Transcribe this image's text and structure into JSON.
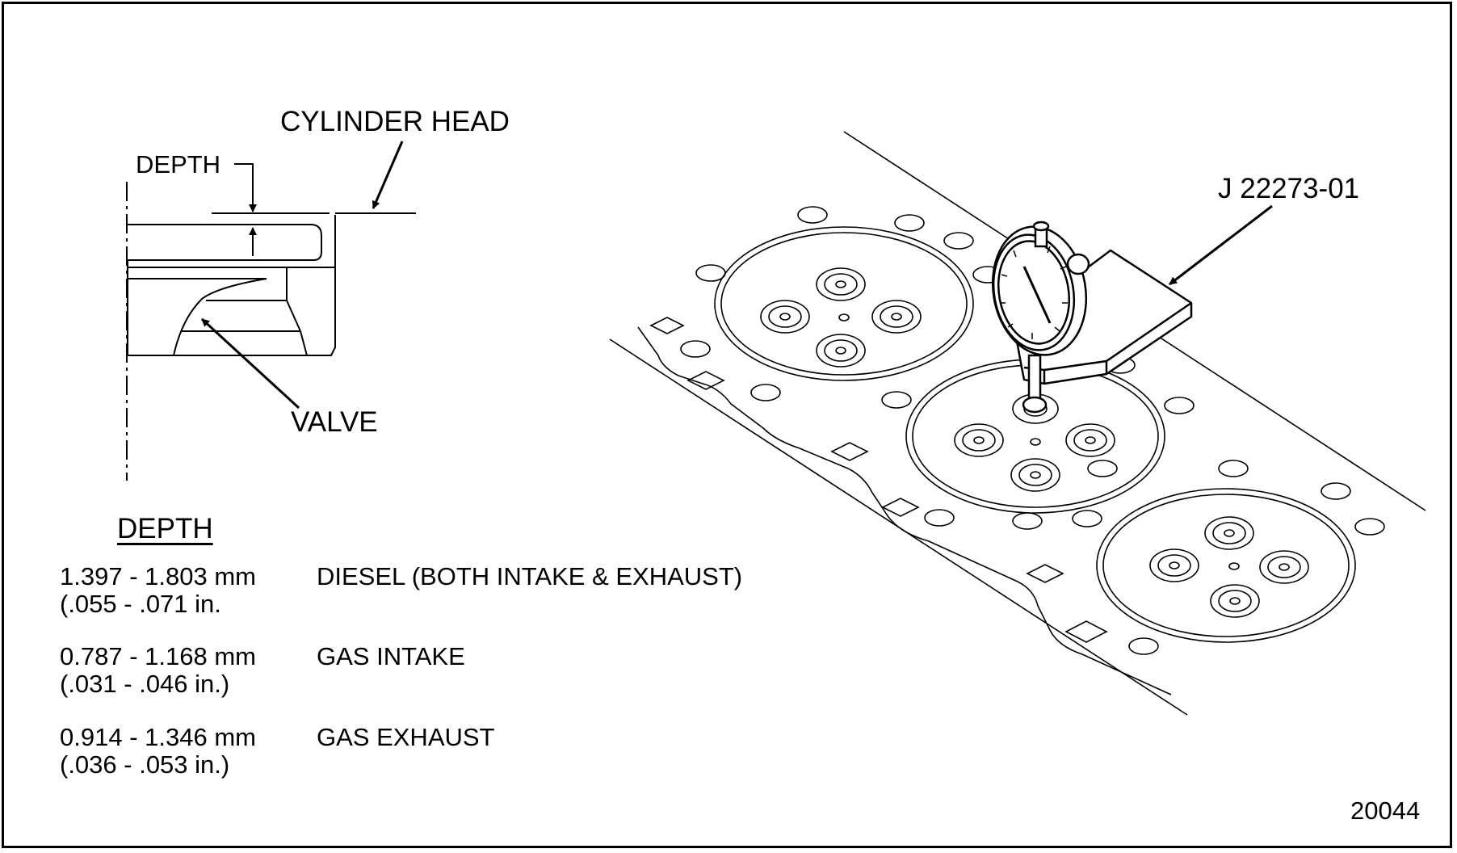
{
  "labels": {
    "cylinder_head": "CYLINDER HEAD",
    "depth": "DEPTH",
    "valve": "VALVE",
    "tool": "J 22273-01",
    "figure_number": "20044"
  },
  "depth_table": {
    "heading": "DEPTH",
    "rows": [
      {
        "metric": "1.397 - 1.803 mm",
        "imperial": "(.055 - .071 in.",
        "application": "DIESEL (BOTH INTAKE & EXHAUST)"
      },
      {
        "metric": "0.787 - 1.168 mm",
        "imperial": "(.031 - .046 in.)",
        "application": "GAS INTAKE"
      },
      {
        "metric": "0.914 - 1.346 mm",
        "imperial": "(.036 - .053 in.)",
        "application": "GAS EXHAUST"
      }
    ]
  }
}
